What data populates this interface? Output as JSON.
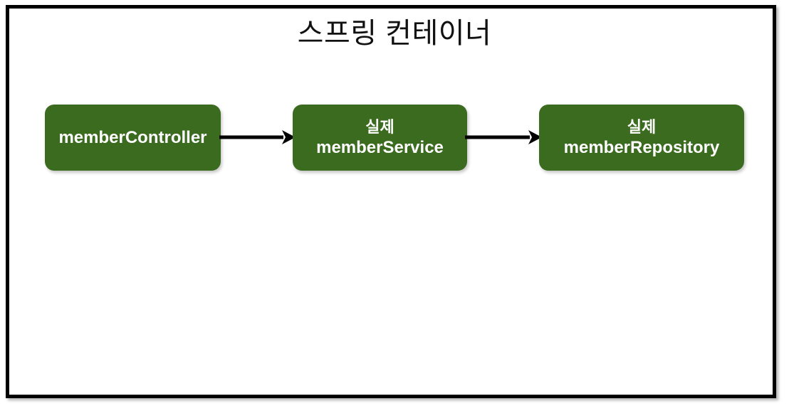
{
  "diagram": {
    "type": "flow",
    "title": "스프링 컨테이너",
    "background_color": "#ffffff",
    "frame_border_color": "#000000",
    "node_fill_color": "#3A6B1E",
    "node_text_color": "#ffffff",
    "arrow_color": "#000000",
    "nodes": [
      {
        "id": "memberController",
        "line1": "memberController",
        "line2": "",
        "has_two_lines": false
      },
      {
        "id": "memberService",
        "line1": "실제",
        "line2": "memberService",
        "has_two_lines": true
      },
      {
        "id": "memberRepository",
        "line1": "실제",
        "line2": "memberRepository",
        "has_two_lines": true
      }
    ],
    "edges": [
      {
        "from": "memberController",
        "to": "memberService",
        "label": "",
        "style": "solid-arrow"
      },
      {
        "from": "memberService",
        "to": "memberRepository",
        "label": "",
        "style": "solid-arrow"
      }
    ]
  }
}
